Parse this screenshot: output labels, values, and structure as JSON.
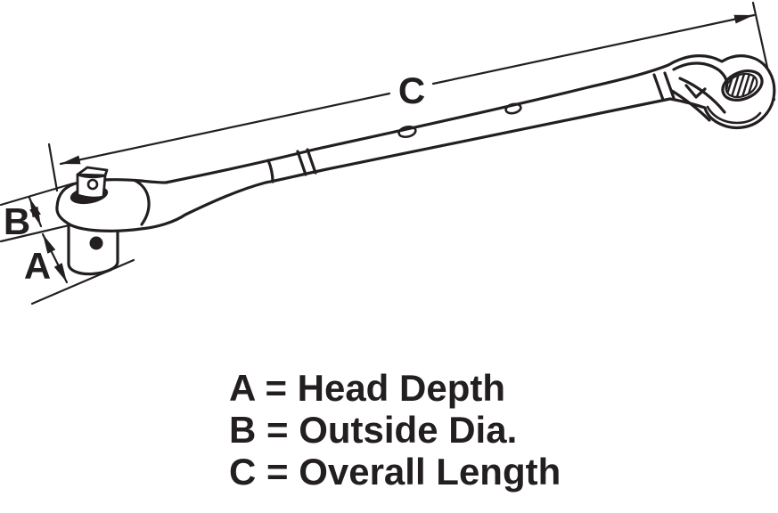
{
  "page": {
    "background": "#ffffff",
    "ink": "#231f20"
  },
  "figure": {
    "description": "Line drawing of a ratchet wrench shown diagonally with dimension callouts",
    "callouts": {
      "a": "A",
      "b": "B",
      "c": "C"
    }
  },
  "legend": {
    "line_a": "A = Head Depth",
    "line_b": "B = Outside Dia.",
    "line_c": "C = Overall Length"
  }
}
